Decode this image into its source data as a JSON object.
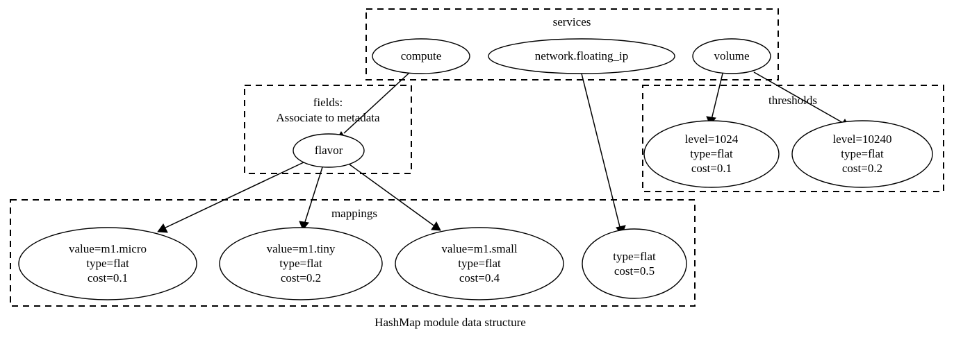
{
  "diagram": {
    "caption": "HashMap module data structure",
    "clusters": [
      {
        "id": "services",
        "label": "services"
      },
      {
        "id": "fields",
        "label_line1": "fields:",
        "label_line2": "Associate to metadata"
      },
      {
        "id": "thresholds",
        "label": "thresholds"
      },
      {
        "id": "mappings",
        "label": "mappings"
      }
    ],
    "nodes": {
      "compute": {
        "label": "compute"
      },
      "network": {
        "label": "network.floating_ip"
      },
      "volume": {
        "label": "volume"
      },
      "flavor": {
        "label": "flavor"
      },
      "threshold_1024": {
        "line1": "level=1024",
        "line2": "type=flat",
        "line3": "cost=0.1"
      },
      "threshold_10240": {
        "line1": "level=10240",
        "line2": "type=flat",
        "line3": "cost=0.2"
      },
      "map_micro": {
        "line1": "value=m1.micro",
        "line2": "type=flat",
        "line3": "cost=0.1"
      },
      "map_tiny": {
        "line1": "value=m1.tiny",
        "line2": "type=flat",
        "line3": "cost=0.2"
      },
      "map_small": {
        "line1": "value=m1.small",
        "line2": "type=flat",
        "line3": "cost=0.4"
      },
      "map_plain": {
        "line1": "type=flat",
        "line2": "cost=0.5"
      }
    },
    "edges": [
      {
        "from": "compute",
        "to": "flavor"
      },
      {
        "from": "network",
        "to": "map_plain"
      },
      {
        "from": "volume",
        "to": "threshold_1024"
      },
      {
        "from": "volume",
        "to": "threshold_10240"
      },
      {
        "from": "flavor",
        "to": "map_micro"
      },
      {
        "from": "flavor",
        "to": "map_tiny"
      },
      {
        "from": "flavor",
        "to": "map_small"
      }
    ],
    "colors": {
      "stroke": "#000000",
      "background": "#ffffff",
      "text": "#000000"
    }
  }
}
